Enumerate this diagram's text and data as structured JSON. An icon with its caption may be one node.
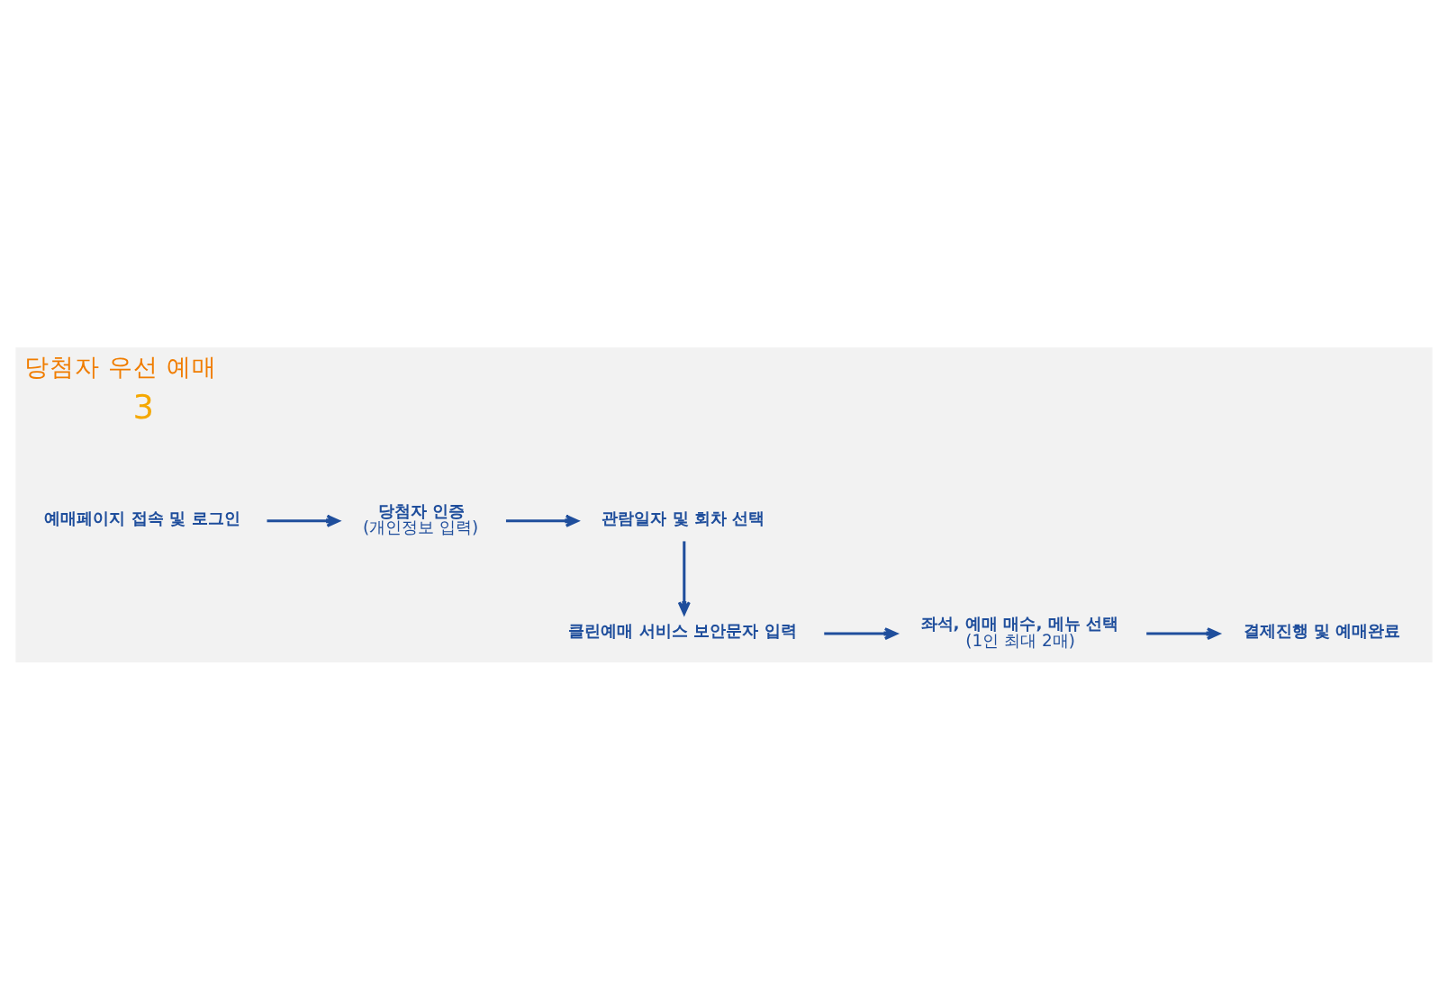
{
  "diagram": {
    "title": "당첨자 우선 예매",
    "nodes": [
      {
        "text": [
          "예매페이지 접속 및 로그인"
        ]
      },
      {
        "text": [
          "당첨자 인증",
          "(개인정보 입력)"
        ]
      },
      {
        "text": [
          "관람일자 및 회차 선택"
        ]
      },
      {
        "text": [
          "클린예매 서비스 보안문자 입력"
        ]
      },
      {
        "text": [
          "좌석, 예매 매수, 메뉴 선택",
          "(1인 최대 2매)"
        ]
      },
      {
        "text": [
          "결제진행 및 예매완료"
        ]
      }
    ],
    "edges": [
      {
        "from": 0,
        "to": 1,
        "arrow": "to"
      },
      {
        "from": 1,
        "to": 2,
        "arrow": "to"
      },
      {
        "from": 2,
        "to": 3,
        "arrow": "to"
      },
      {
        "from": 3,
        "to": 4,
        "arrow": "to"
      },
      {
        "from": 4,
        "to": 5,
        "arrow": "to"
      }
    ],
    "labels": [
      "3"
    ]
  }
}
